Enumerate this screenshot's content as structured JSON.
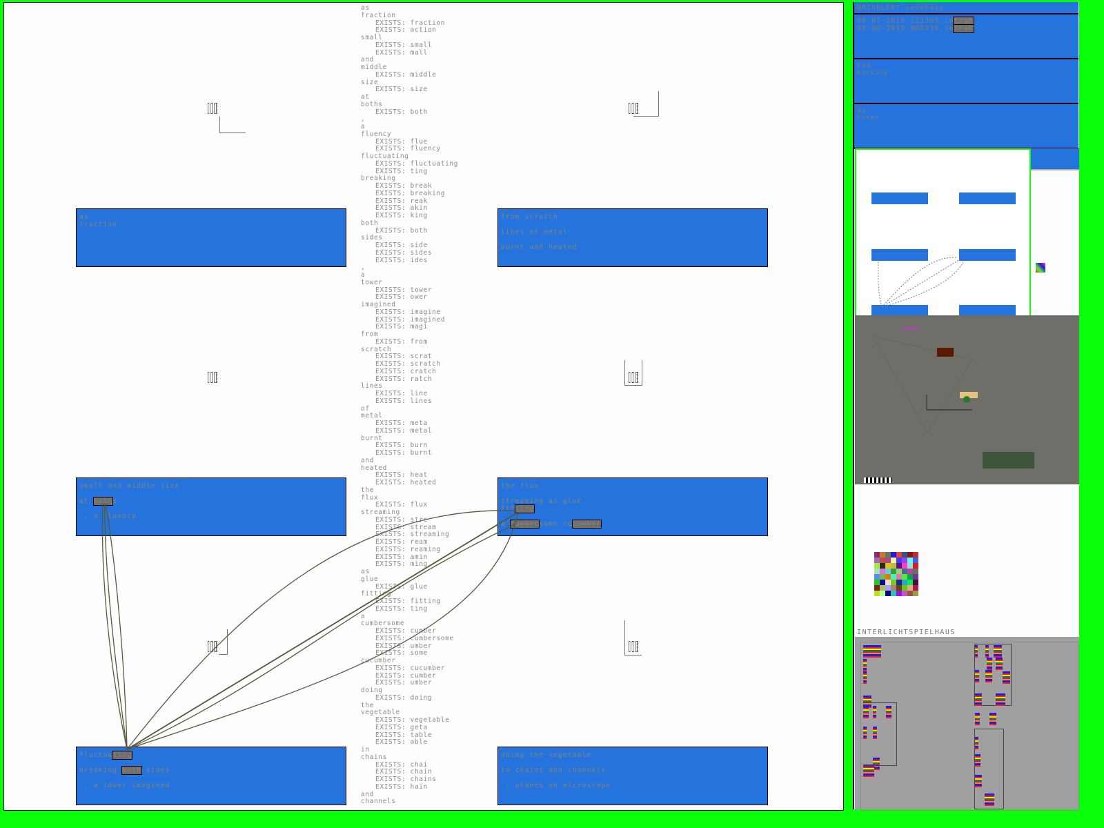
{
  "word_list": [
    {
      "t": "as",
      "e": 0
    },
    {
      "t": "fraction",
      "e": 0
    },
    {
      "t": "EXISTS: fraction",
      "e": 1
    },
    {
      "t": "EXISTS: action",
      "e": 1
    },
    {
      "t": "small",
      "e": 0
    },
    {
      "t": "EXISTS: small",
      "e": 1
    },
    {
      "t": "EXISTS: mall",
      "e": 1
    },
    {
      "t": "and",
      "e": 0
    },
    {
      "t": "middle",
      "e": 0
    },
    {
      "t": "EXISTS: middle",
      "e": 1
    },
    {
      "t": "size",
      "e": 0
    },
    {
      "t": "EXISTS: size",
      "e": 1
    },
    {
      "t": "at",
      "e": 0
    },
    {
      "t": "boths",
      "e": 0
    },
    {
      "t": "EXISTS: both",
      "e": 1
    },
    {
      "t": ",",
      "e": 0
    },
    {
      "t": "a",
      "e": 0
    },
    {
      "t": "fluency",
      "e": 0
    },
    {
      "t": "EXISTS: flue",
      "e": 1
    },
    {
      "t": "EXISTS: fluency",
      "e": 1
    },
    {
      "t": "fluctuating",
      "e": 0
    },
    {
      "t": "EXISTS: fluctuating",
      "e": 1
    },
    {
      "t": "EXISTS: ting",
      "e": 1
    },
    {
      "t": "breaking",
      "e": 0
    },
    {
      "t": "EXISTS: break",
      "e": 1
    },
    {
      "t": "EXISTS: breaking",
      "e": 1
    },
    {
      "t": "EXISTS: reak",
      "e": 1
    },
    {
      "t": "EXISTS: akin",
      "e": 1
    },
    {
      "t": "EXISTS: king",
      "e": 1
    },
    {
      "t": "both",
      "e": 0
    },
    {
      "t": "EXISTS: both",
      "e": 1
    },
    {
      "t": "sides",
      "e": 0
    },
    {
      "t": "EXISTS: side",
      "e": 1
    },
    {
      "t": "EXISTS: sides",
      "e": 1
    },
    {
      "t": "EXISTS: ides",
      "e": 1
    },
    {
      "t": ",",
      "e": 0
    },
    {
      "t": "a",
      "e": 0
    },
    {
      "t": "tower",
      "e": 0
    },
    {
      "t": "EXISTS: tower",
      "e": 1
    },
    {
      "t": "EXISTS: ower",
      "e": 1
    },
    {
      "t": "imagined",
      "e": 0
    },
    {
      "t": "EXISTS: imagine",
      "e": 1
    },
    {
      "t": "EXISTS: imagined",
      "e": 1
    },
    {
      "t": "EXISTS: magi",
      "e": 1
    },
    {
      "t": "from",
      "e": 0
    },
    {
      "t": "EXISTS: from",
      "e": 1
    },
    {
      "t": "scratch",
      "e": 0
    },
    {
      "t": "EXISTS: scrat",
      "e": 1
    },
    {
      "t": "EXISTS: scratch",
      "e": 1
    },
    {
      "t": "EXISTS: cratch",
      "e": 1
    },
    {
      "t": "EXISTS: ratch",
      "e": 1
    },
    {
      "t": "lines",
      "e": 0
    },
    {
      "t": "EXISTS: line",
      "e": 1
    },
    {
      "t": "EXISTS: lines",
      "e": 1
    },
    {
      "t": "of",
      "e": 0
    },
    {
      "t": "metal",
      "e": 0
    },
    {
      "t": "EXISTS: meta",
      "e": 1
    },
    {
      "t": "EXISTS: metal",
      "e": 1
    },
    {
      "t": "burnt",
      "e": 0
    },
    {
      "t": "EXISTS: burn",
      "e": 1
    },
    {
      "t": "EXISTS: burnt",
      "e": 1
    },
    {
      "t": "and",
      "e": 0
    },
    {
      "t": "heated",
      "e": 0
    },
    {
      "t": "EXISTS: heat",
      "e": 1
    },
    {
      "t": "EXISTS: heated",
      "e": 1
    },
    {
      "t": "the",
      "e": 0
    },
    {
      "t": "flux",
      "e": 0
    },
    {
      "t": "EXISTS: flux",
      "e": 1
    },
    {
      "t": "streaming",
      "e": 0
    },
    {
      "t": "EXISTS: stre",
      "e": 1
    },
    {
      "t": "EXISTS: stream",
      "e": 1
    },
    {
      "t": "EXISTS: streaming",
      "e": 1
    },
    {
      "t": "EXISTS: ream",
      "e": 1
    },
    {
      "t": "EXISTS: reaming",
      "e": 1
    },
    {
      "t": "EXISTS: amin",
      "e": 1
    },
    {
      "t": "EXISTS: ming",
      "e": 1
    },
    {
      "t": "as",
      "e": 0
    },
    {
      "t": "glue",
      "e": 0
    },
    {
      "t": "EXISTS: glue",
      "e": 1
    },
    {
      "t": "fitting",
      "e": 0
    },
    {
      "t": "EXISTS: fitting",
      "e": 1
    },
    {
      "t": "EXISTS: ting",
      "e": 1
    },
    {
      "t": "a",
      "e": 0
    },
    {
      "t": "cumbersome",
      "e": 0
    },
    {
      "t": "EXISTS: cumber",
      "e": 1
    },
    {
      "t": "EXISTS: cumbersome",
      "e": 1
    },
    {
      "t": "EXISTS: umber",
      "e": 1
    },
    {
      "t": "EXISTS: some",
      "e": 1
    },
    {
      "t": "cucumber",
      "e": 0
    },
    {
      "t": "EXISTS: cucumber",
      "e": 1
    },
    {
      "t": "EXISTS: cumber",
      "e": 1
    },
    {
      "t": "EXISTS: umber",
      "e": 1
    },
    {
      "t": "doing",
      "e": 0
    },
    {
      "t": "EXISTS: doing",
      "e": 1
    },
    {
      "t": "the",
      "e": 0
    },
    {
      "t": "vegetable",
      "e": 0
    },
    {
      "t": "EXISTS: vegetable",
      "e": 1
    },
    {
      "t": "EXISTS: geta",
      "e": 1
    },
    {
      "t": "EXISTS: table",
      "e": 1
    },
    {
      "t": "EXISTS: able",
      "e": 1
    },
    {
      "t": "in",
      "e": 0
    },
    {
      "t": "chains",
      "e": 0
    },
    {
      "t": "EXISTS: chai",
      "e": 1
    },
    {
      "t": "EXISTS: chain",
      "e": 1
    },
    {
      "t": "EXISTS: chains",
      "e": 1
    },
    {
      "t": "EXISTS: hain",
      "e": 1
    },
    {
      "t": "and",
      "e": 0
    },
    {
      "t": "channels",
      "e": 0
    }
  ],
  "boxes": [
    {
      "lines": [
        [
          {
            "t": "as"
          }
        ],
        [
          {
            "t": "fraction"
          }
        ]
      ]
    },
    {
      "lines": [
        [
          {
            "t": "from scratch"
          }
        ],
        [],
        [
          {
            "t": "lines of metal"
          }
        ],
        [],
        [
          {
            "t": "burnt and heated"
          }
        ]
      ]
    },
    {
      "lines": [
        [
          {
            "t": "small and middle size"
          }
        ],
        [],
        [
          {
            "t": "at "
          },
          {
            "t": "both",
            "hl": true
          },
          {
            "t": "s"
          }
        ],
        [],
        [
          {
            "t": " , a fluency"
          }
        ]
      ]
    },
    {
      "lines": [
        [
          {
            "t": "the flux"
          }
        ],
        [],
        [
          {
            "t": "streaming as glue"
          }
        ],
        [
          {
            "t": "fit"
          },
          {
            "t": "ting",
            "hl": true
          }
        ],
        [],
        [
          {
            "t": "a "
          },
          {
            "t": "cumber",
            "hl": true
          },
          {
            "t": "some cu"
          },
          {
            "t": "cumber",
            "hl": true
          }
        ]
      ]
    },
    {
      "lines": [
        [
          {
            "t": "fluctua"
          },
          {
            "t": "ting",
            "hl": true
          }
        ],
        [],
        [
          {
            "t": "breaking "
          },
          {
            "t": "both",
            "hl": true
          },
          {
            "t": " sides"
          }
        ],
        [],
        [
          {
            "t": " , a tower imagined"
          }
        ]
      ]
    },
    {
      "lines": [
        [
          {
            "t": "doing the vegetable"
          }
        ],
        [],
        [
          {
            "t": "in chains and channels"
          }
        ],
        [],
        [
          {
            "t": " , planes on microscope"
          }
        ]
      ]
    }
  ],
  "side": {
    "title": "WRISELEKT xexehasy",
    "files": [
      {
        "name": "06-07-2019-111305.in",
        "tag": "trah"
      },
      {
        "name": "08-08-2019-000238.in",
        "tag": "trah"
      }
    ],
    "panel2": {
      "l1": "the",
      "l2": "missing"
    },
    "panel3": {
      "l1": "as",
      "l2": "forms"
    },
    "label": "INTERLICHTSPIELHAUS",
    "palette": [
      "#8e2a6a",
      "#c27a35",
      "#657a5a",
      "#2a17dc",
      "#e4413a",
      "#33557e",
      "#900f25",
      "#b83226",
      "#a16abd",
      "#c24b4b",
      "#a44a91",
      "#f8f29a",
      "#4735f8",
      "#9d3ff0",
      "#6bfae7",
      "#3a5ff8",
      "#b3e837",
      "#15341f",
      "#ebbf17",
      "#bbbb48",
      "#55137d",
      "#f73fc1",
      "#92e1de",
      "#e5171a",
      "#9fe8b4",
      "#de70d8",
      "#61d0de",
      "#3c9e39",
      "#9ace79",
      "#4b6991",
      "#b4469b",
      "#677062",
      "#6685fa",
      "#6fbe4a",
      "#de7a16",
      "#39f8c3",
      "#e27f9c",
      "#4ef02d",
      "#0e9d52",
      "#6a3a9b",
      "#1cd01a",
      "#1102a7",
      "#ebe2d3",
      "#83c614",
      "#18279b",
      "#2ea5c4",
      "#03ec60",
      "#4b0f3b",
      "#7f1f2a",
      "#adba5b",
      "#9ea9ed",
      "#ae7d7d",
      "#634600",
      "#6cc615",
      "#e8a77d",
      "#af1a4c",
      "#bde11d",
      "#b6fe98",
      "#120082",
      "#29c6b9",
      "#9910e1",
      "#c058c1",
      "#96574a",
      "#a19b45"
    ]
  },
  "colors": {
    "background": "#0aff0a",
    "box": "#2574de",
    "text": "#8d8270",
    "link": "#4a4530"
  }
}
